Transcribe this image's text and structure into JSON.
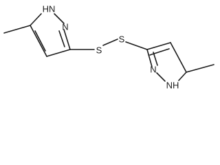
{
  "molecule": {
    "atoms": {
      "ring1_nh": "HN",
      "ring1_n": "N",
      "bridge_s1": "S",
      "bridge_s2": "S",
      "ring2_n": "N",
      "ring2_nh": "NH"
    },
    "colors": {
      "ink": "#1a1a1a",
      "background": "#ffffff"
    }
  }
}
